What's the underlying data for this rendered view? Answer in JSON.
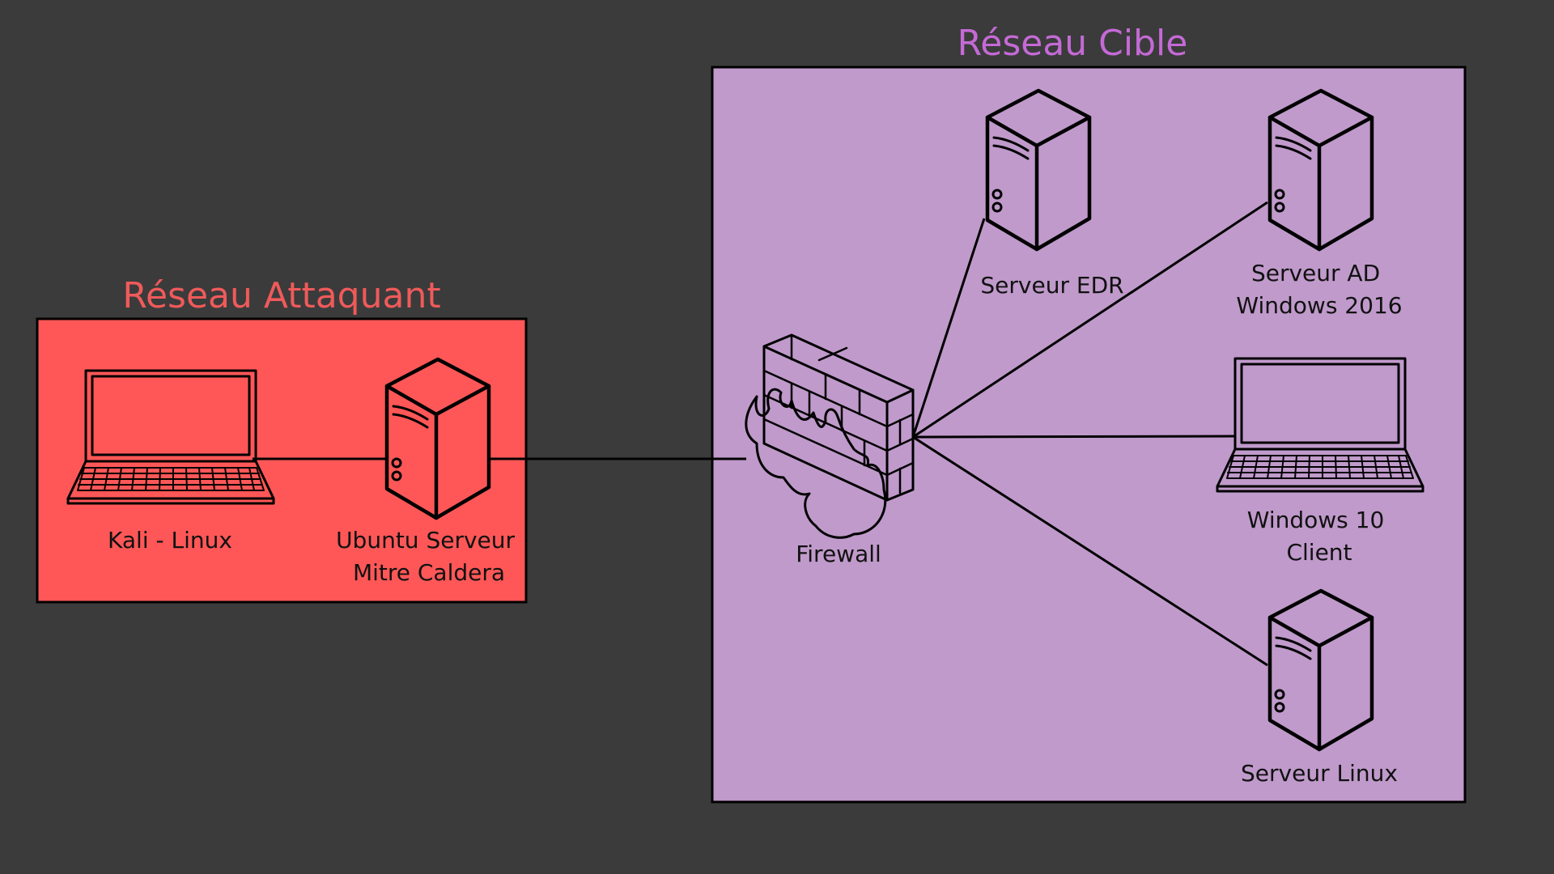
{
  "zones": {
    "attacker": {
      "title": "Réseau Attaquant",
      "title_color": "#f05a5a",
      "fill": "#ff5757"
    },
    "target": {
      "title": "Réseau Cible",
      "title_color": "#c46ad6",
      "fill": "#c09acb"
    }
  },
  "nodes": {
    "kali": {
      "label_lines": [
        "Kali - Linux"
      ],
      "icon": "laptop-icon"
    },
    "caldera": {
      "label_lines": [
        "Ubuntu Serveur",
        "Mitre Caldera"
      ],
      "icon": "server-icon"
    },
    "firewall": {
      "label_lines": [
        "Firewall"
      ],
      "icon": "firewall-icon"
    },
    "edr": {
      "label_lines": [
        "Serveur EDR"
      ],
      "icon": "server-icon"
    },
    "ad": {
      "label_lines": [
        "Serveur AD",
        "Windows 2016"
      ],
      "icon": "server-icon"
    },
    "win10": {
      "label_lines": [
        "Windows 10",
        "Client"
      ],
      "icon": "laptop-icon"
    },
    "linux": {
      "label_lines": [
        "Serveur Linux"
      ],
      "icon": "server-icon"
    }
  },
  "edges": [
    [
      "kali",
      "caldera"
    ],
    [
      "caldera",
      "firewall"
    ],
    [
      "firewall",
      "edr"
    ],
    [
      "firewall",
      "ad"
    ],
    [
      "firewall",
      "win10"
    ],
    [
      "firewall",
      "linux"
    ]
  ]
}
